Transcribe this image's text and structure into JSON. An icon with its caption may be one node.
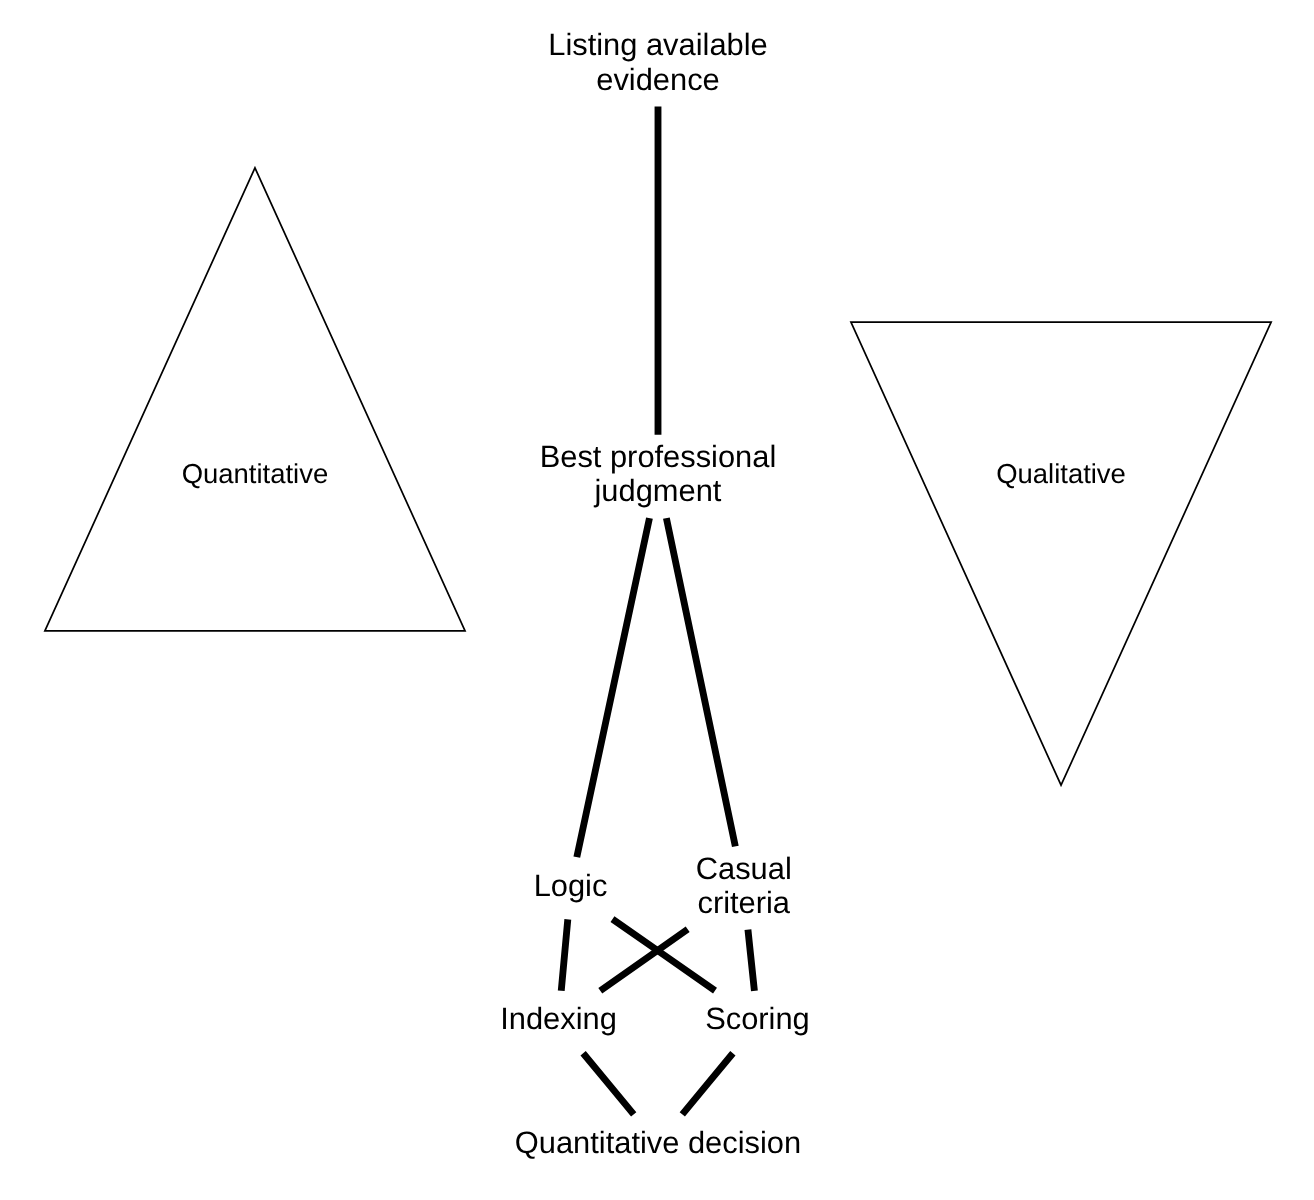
{
  "diagram": {
    "nodes": [
      {
        "text": [
          "Listing available evidence"
        ]
      },
      {
        "text": [
          "Best professional judgment"
        ]
      },
      {
        "text": [
          "Logic"
        ]
      },
      {
        "text": [
          "Casual criteria"
        ]
      },
      {
        "text": [
          "Indexing"
        ]
      },
      {
        "text": [
          "Scoring"
        ]
      },
      {
        "text": [
          "Quantitative decision"
        ]
      },
      {
        "text": [
          "Quantitative"
        ]
      },
      {
        "text": [
          "Qualitative"
        ]
      }
    ],
    "edges": [
      {
        "from": 0,
        "to": 1,
        "arrow": "none"
      },
      {
        "from": 1,
        "to": 2,
        "arrow": "none"
      },
      {
        "from": 1,
        "to": 3,
        "arrow": "none"
      },
      {
        "from": 2,
        "to": 4,
        "arrow": "none"
      },
      {
        "from": 2,
        "to": 5,
        "arrow": "none"
      },
      {
        "from": 3,
        "to": 4,
        "arrow": "none"
      },
      {
        "from": 3,
        "to": 5,
        "arrow": "none"
      },
      {
        "from": 4,
        "to": 6,
        "arrow": "none"
      },
      {
        "from": 5,
        "to": 6,
        "arrow": "none"
      }
    ]
  }
}
